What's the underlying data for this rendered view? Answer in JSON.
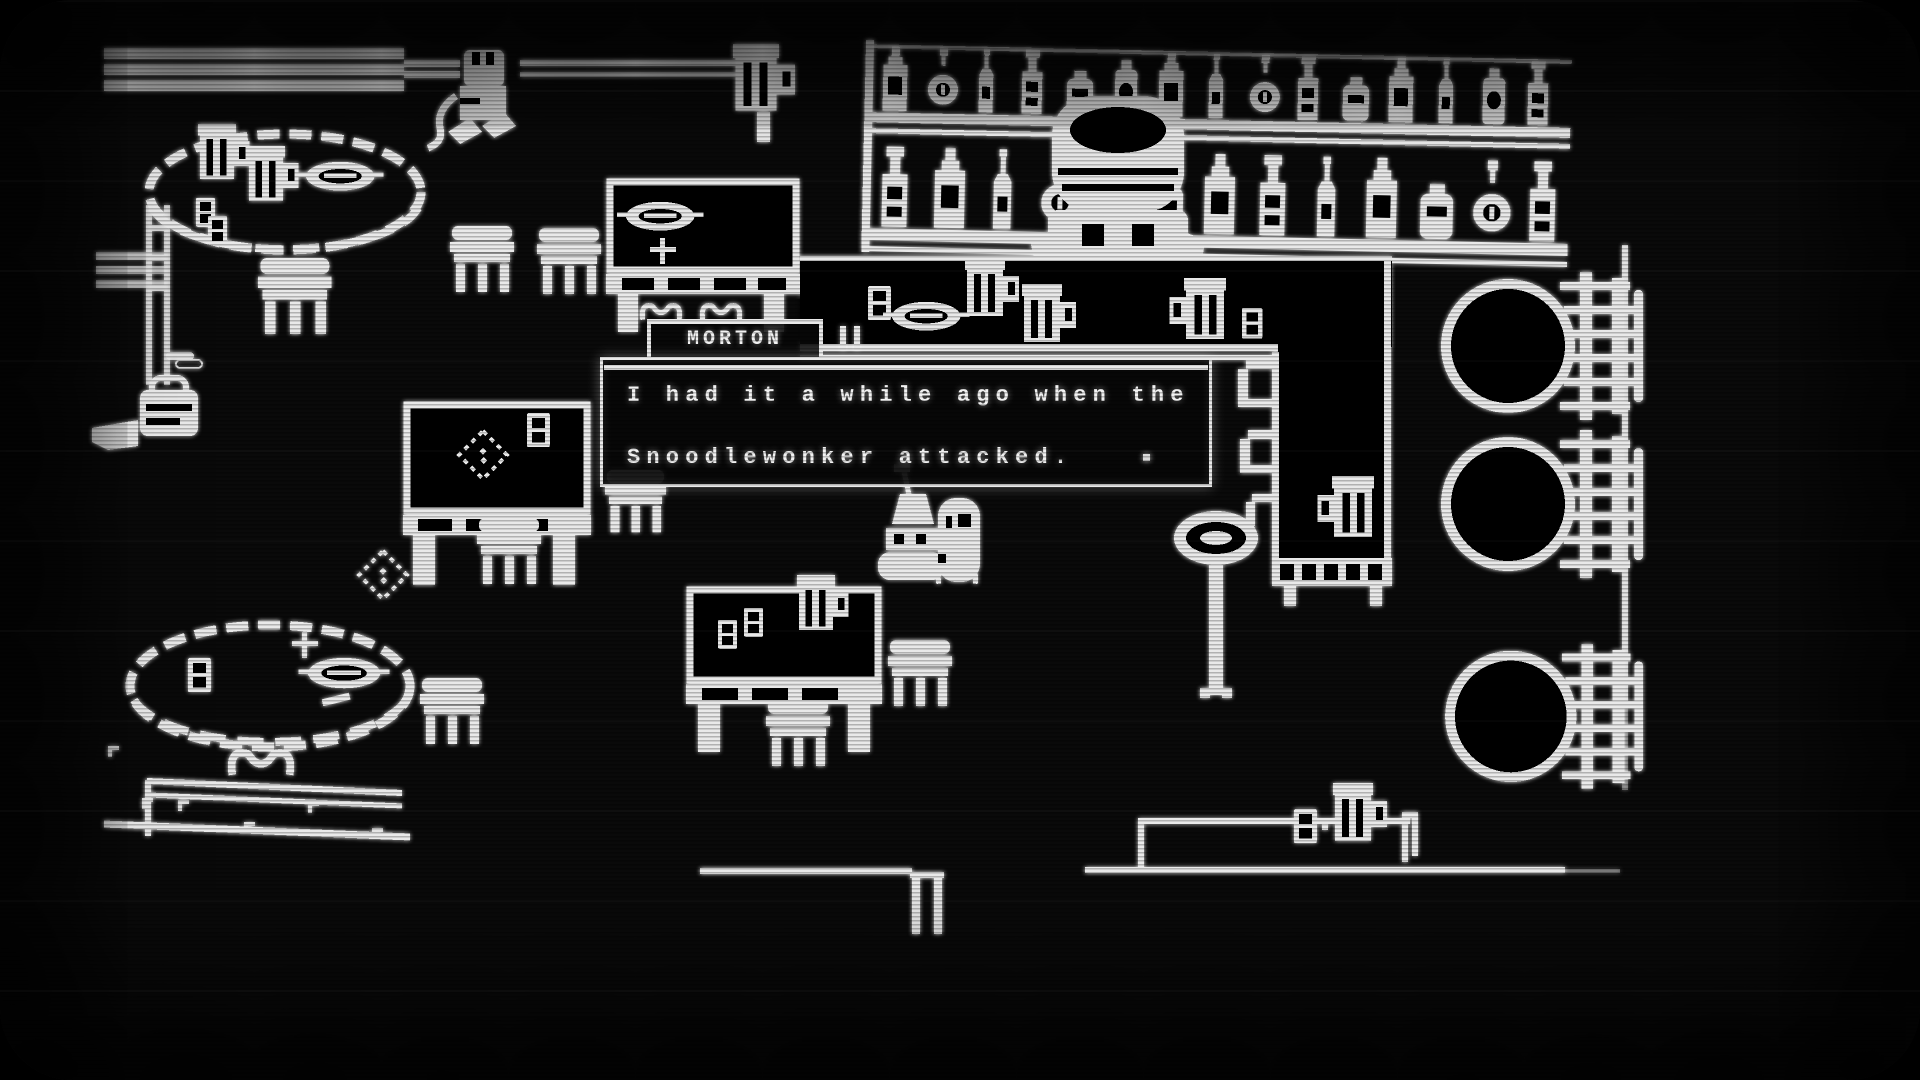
{
  "colors": {
    "foreground": "#e9e9e9",
    "background": "#060606"
  },
  "dialogue": {
    "speaker": "MORTON",
    "lines": [
      "I had it a while ago when the",
      "Snoodlewonker attacked."
    ],
    "has_continue_cursor": true
  },
  "scene": {
    "objects": [
      "bar-shelf-with-bottles",
      "bartender",
      "bar-counter",
      "beer-mug",
      "drinking-glass",
      "plate",
      "round-table",
      "square-table",
      "stool",
      "barrel",
      "ghost-patron",
      "creature-patron",
      "walking-patron",
      "backpack",
      "playing-card",
      "door-frame",
      "low-wall",
      "tap-line",
      "bar-stool-pole"
    ]
  }
}
